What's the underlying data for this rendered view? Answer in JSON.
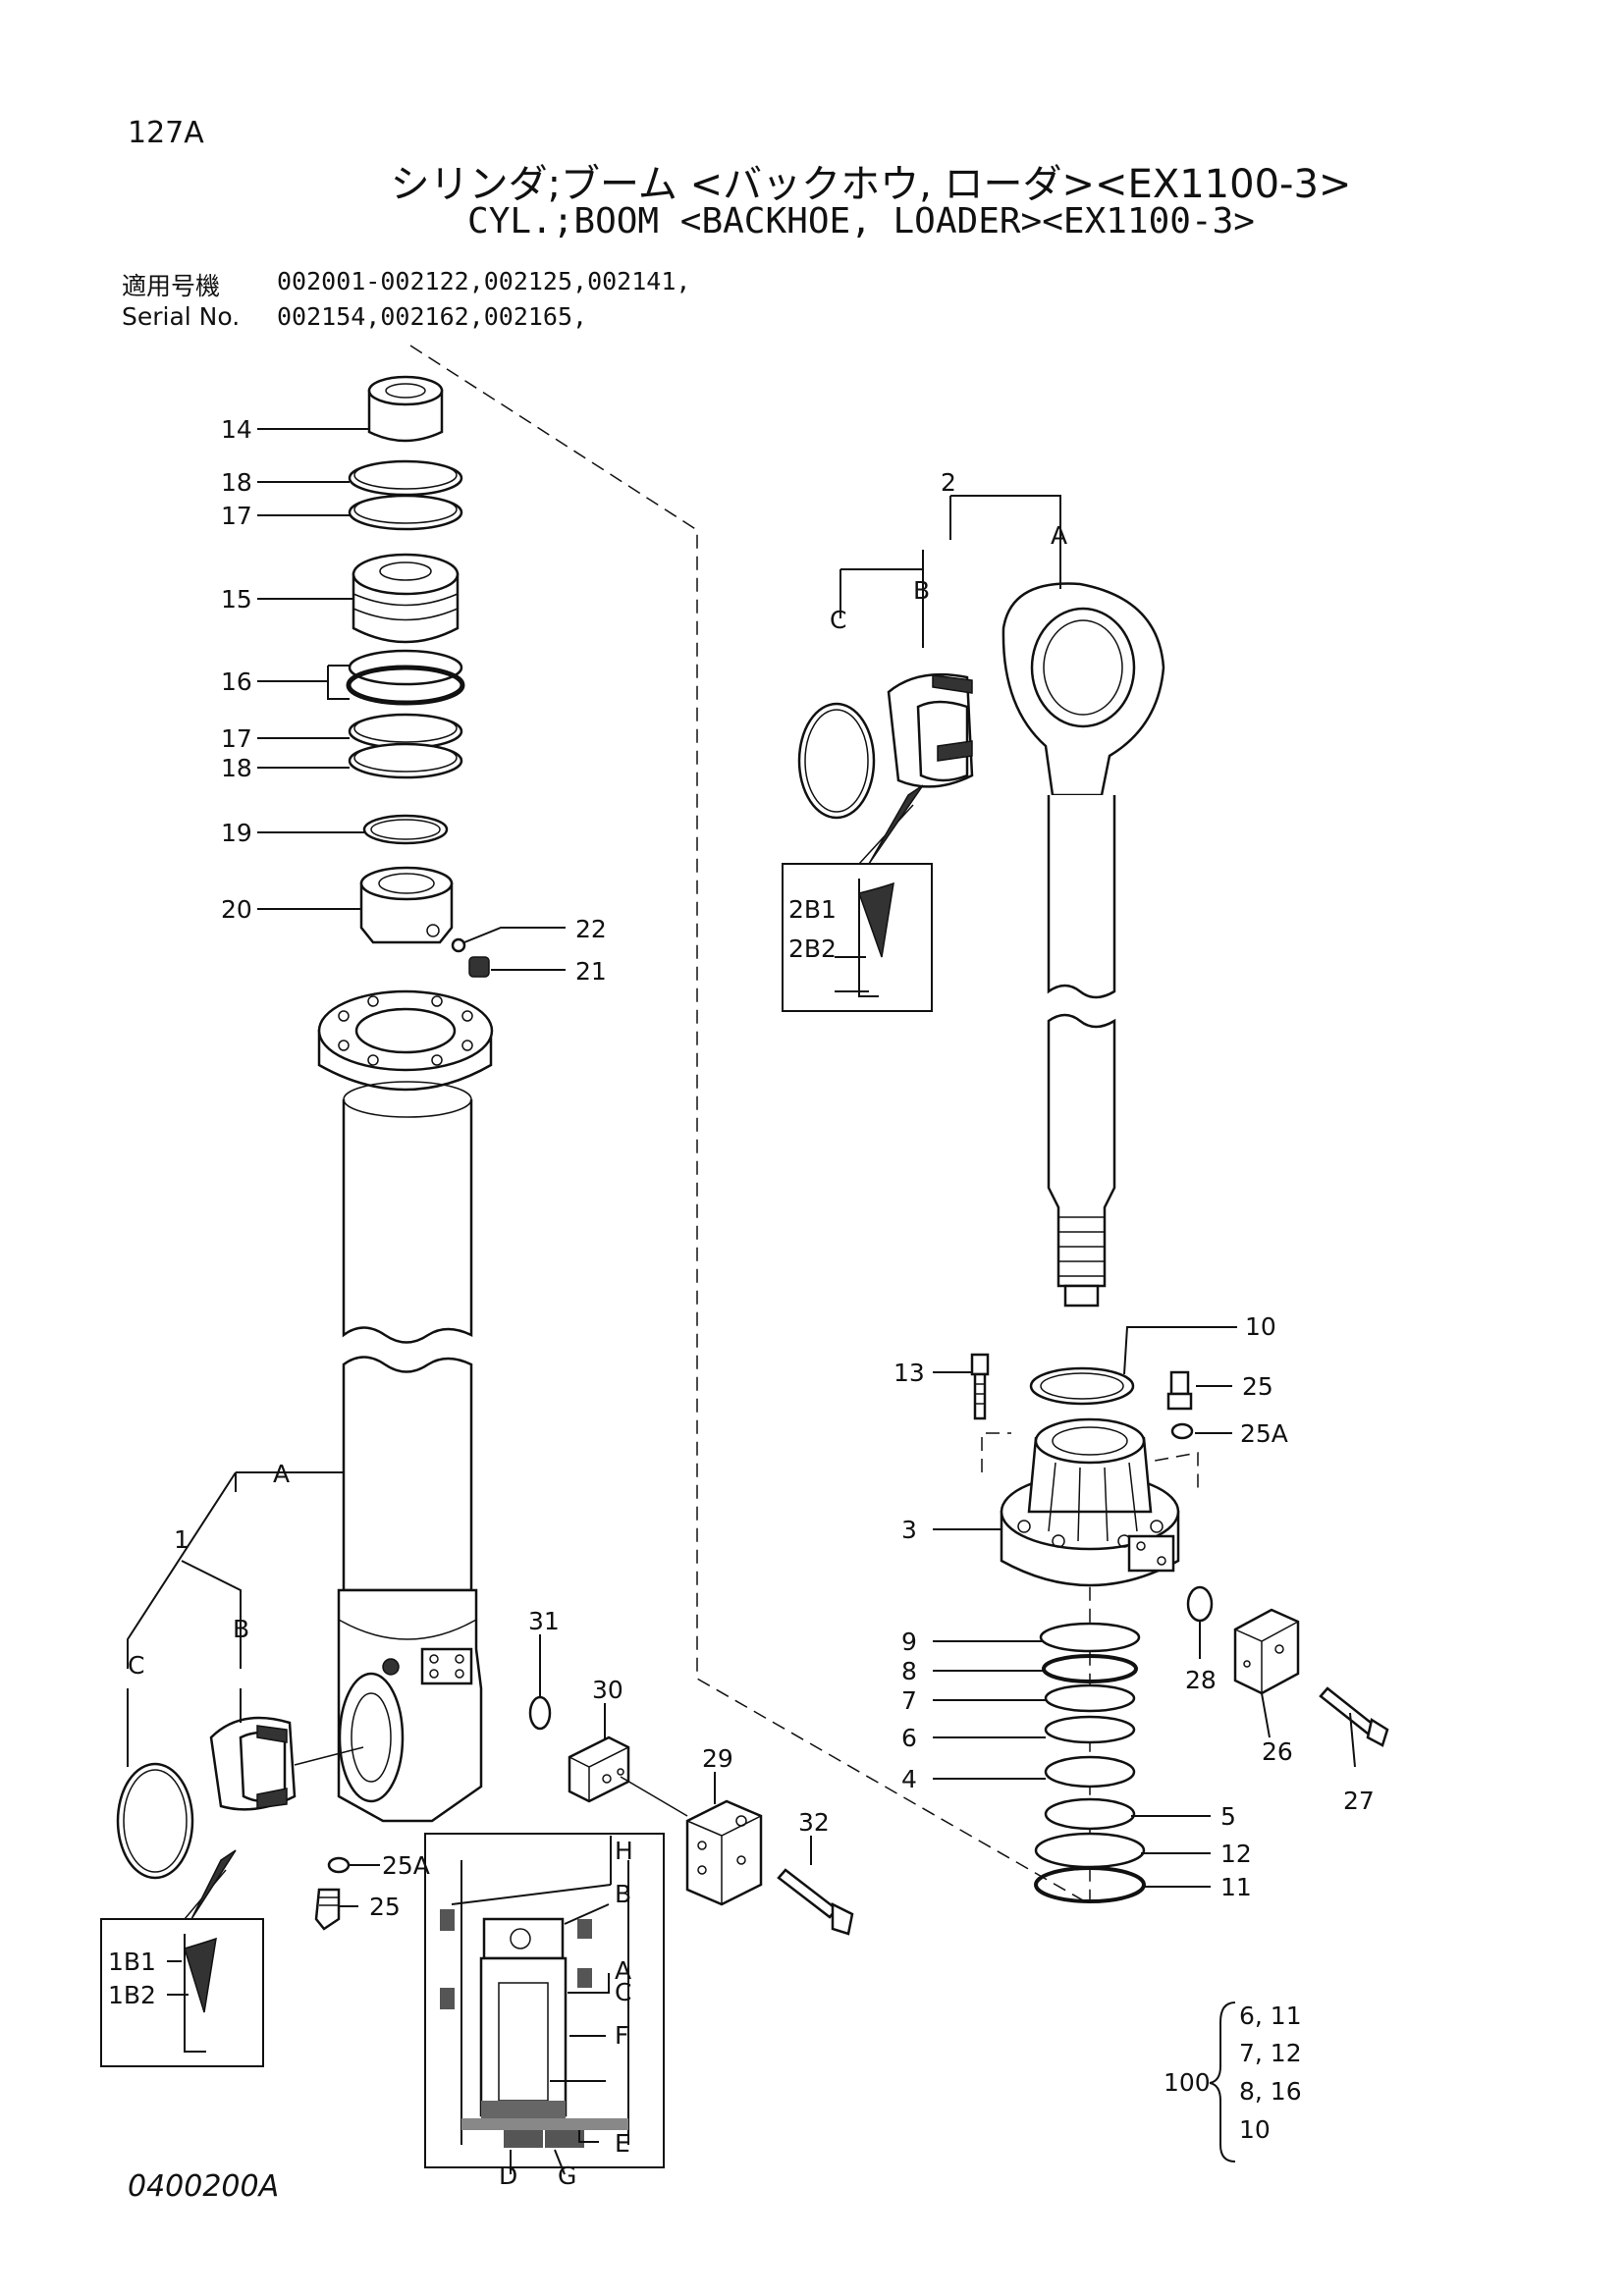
{
  "header": {
    "page_number": "127A",
    "title_jp": "シリンダ;ブーム <バックホウ, ローダ><EX1100-3>",
    "title_en": "CYL.;BOOM <BACKHOE, LOADER><EX1100-3>",
    "serial_label_jp": "適用号機",
    "serial_label_en": "Serial No.",
    "serial_line_1": "002001-002122,002125,002141,",
    "serial_line_2": "002154,002162,002165,"
  },
  "drawing_code": "0400200A",
  "callouts": {
    "p14": "14",
    "p18a": "18",
    "p17a": "17",
    "p15": "15",
    "p16": "16",
    "p17b": "17",
    "p18b": "18",
    "p19": "19",
    "p20": "20",
    "p22": "22",
    "p21": "21",
    "p2": "2",
    "p2A": "A",
    "p2B": "B",
    "p2C": "C",
    "p2B1": "2B1",
    "p2B2": "2B2",
    "p10": "10",
    "p13": "13",
    "p25r": "25",
    "p25Ar": "25A",
    "p3": "3",
    "p9": "9",
    "p8": "8",
    "p7": "7",
    "p6": "6",
    "p4": "4",
    "p5": "5",
    "p12": "12",
    "p11": "11",
    "p28": "28",
    "p26": "26",
    "p27": "27",
    "p1": "1",
    "p1A": "A",
    "p1B": "B",
    "p1C": "C",
    "p1B1": "1B1",
    "p1B2": "1B2",
    "p31": "31",
    "p30": "30",
    "p29": "29",
    "p32": "32",
    "p25Al": "25A",
    "p25l": "25",
    "dH": "H",
    "dB": "B",
    "dA": "A",
    "dC": "C",
    "dF": "F",
    "dE": "E",
    "dD": "D",
    "dG": "G"
  },
  "kit": {
    "number": "100",
    "rows": [
      "6, 11",
      "7, 12",
      "8, 16",
      "10"
    ]
  }
}
